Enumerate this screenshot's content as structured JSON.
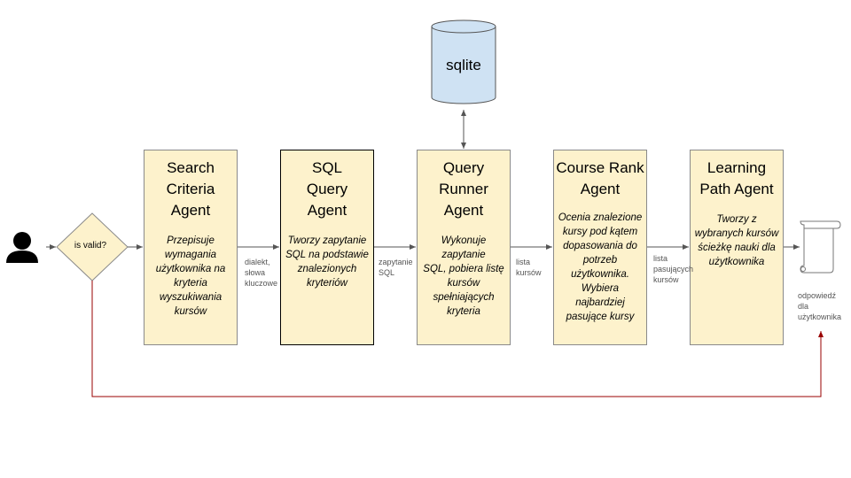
{
  "diagram": {
    "decision": {
      "label": "is valid?"
    },
    "database": {
      "label": "sqlite"
    },
    "agents": [
      {
        "title": "Search\nCriteria\nAgent",
        "description": "Przepisuje\nwymagania\nużytkownika na\nkryteria\nwyszukiwania\nkursów"
      },
      {
        "title": "SQL\nQuery\nAgent",
        "description": "Tworzy zapytanie\nSQL na podstawie\nznalezionych\nkryteriów"
      },
      {
        "title": "Query\nRunner\nAgent",
        "description": "Wykonuje\nzapytanie\nSQL, pobiera listę\nkursów\nspełniających\nkryteria"
      },
      {
        "title": "Course Rank\nAgent",
        "description": "Ocenia znalezione\nkursy pod kątem\ndopasowania do\npotrzeb\nużytkownika.\nWybiera\nnajbardziej\npasujące kursy"
      },
      {
        "title": "Learning\nPath Agent",
        "description": "Tworzy z\nwybranych kursów\nścieżkę nauki dla\nużytkownika"
      }
    ],
    "flow_labels": [
      "dialekt,\nsłowa\nkluczowe",
      "zapytanie\nSQL",
      "lista\nkursów",
      "lista\npasujących\nkursów"
    ],
    "output_label": "odpowiedź\ndla\nużytkownika",
    "colors": {
      "box_fill": "#fdf2cc",
      "db_fill": "#cfe2f3",
      "return_arrow": "#990000",
      "connector": "#555555"
    }
  }
}
